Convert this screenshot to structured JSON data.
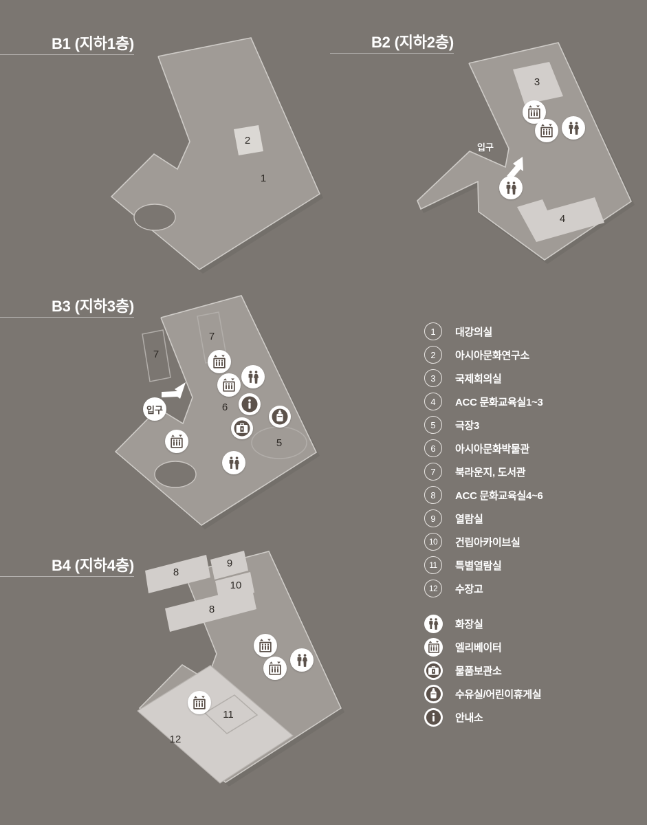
{
  "floors": [
    {
      "id": "b1",
      "title": "B1 (지하1층)"
    },
    {
      "id": "b2",
      "title": "B2 (지하2층)"
    },
    {
      "id": "b3",
      "title": "B3 (지하3층)"
    },
    {
      "id": "b4",
      "title": "B4 (지하4층)"
    }
  ],
  "entrance_label": "입구",
  "map_numbers": {
    "b1": [
      "1",
      "2"
    ],
    "b2": [
      "3",
      "4"
    ],
    "b3": [
      "5",
      "6",
      "7",
      "7"
    ],
    "b4": [
      "8",
      "8",
      "9",
      "10",
      "11",
      "12"
    ]
  },
  "b1_room_1": "1",
  "b1_room_2": "2",
  "b2_room_3": "3",
  "b2_room_4": "4",
  "b3_room_5": "5",
  "b3_room_6": "6",
  "b3_room_7a": "7",
  "b3_room_7b": "7",
  "b4_room_8a": "8",
  "b4_room_8b": "8",
  "b4_room_9": "9",
  "b4_room_10": "10",
  "b4_room_11": "11",
  "b4_room_12": "12",
  "legend": {
    "items": [
      {
        "num": "1",
        "label": "대강의실"
      },
      {
        "num": "2",
        "label": "아시아문화연구소"
      },
      {
        "num": "3",
        "label": "국제회의실"
      },
      {
        "num": "4",
        "label": "ACC 문화교육실1~3"
      },
      {
        "num": "5",
        "label": "극장3"
      },
      {
        "num": "6",
        "label": "아시아문화박물관"
      },
      {
        "num": "7",
        "label": "북라운지, 도서관"
      },
      {
        "num": "8",
        "label": "ACC 문화교육실4~6"
      },
      {
        "num": "9",
        "label": "열람실"
      },
      {
        "num": "10",
        "label": "건립아카이브실"
      },
      {
        "num": "11",
        "label": "특별열람실"
      },
      {
        "num": "12",
        "label": "수장고"
      }
    ],
    "icons": [
      {
        "icon": "restroom-icon",
        "label": "화장실"
      },
      {
        "icon": "elevator-icon",
        "label": "엘리베이터"
      },
      {
        "icon": "locker-icon",
        "label": "물품보관소"
      },
      {
        "icon": "nursing-room-icon",
        "label": "수유실/어린이휴게실"
      },
      {
        "icon": "information-icon",
        "label": "안내소"
      }
    ]
  },
  "colors": {
    "background": "#7b7671",
    "slab": "#a8a39e",
    "room_light": "#d2cecb",
    "icon": "#5c524b",
    "text": "#ffffff"
  }
}
